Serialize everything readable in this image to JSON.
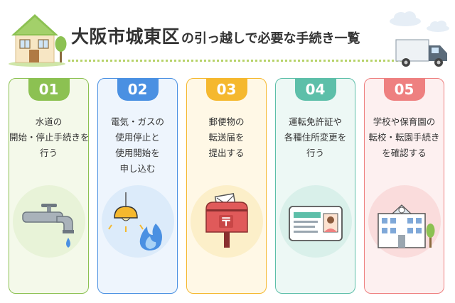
{
  "header": {
    "title_main": "大阪市城東区",
    "title_sub": "の引っ越しで必要な手続き一覧"
  },
  "steps": [
    {
      "number": "01",
      "lines": [
        "水道の",
        "開始・停止手続きを",
        "行う"
      ],
      "icon": "faucet-icon",
      "color": "#8cc152",
      "bg": "#f4f9ea",
      "circle": "#e8f3d8"
    },
    {
      "number": "02",
      "lines": [
        "電気・ガスの",
        "使用停止と",
        "使用開始を",
        "申し込む"
      ],
      "icon": "lamp-flame-icon",
      "color": "#4a90e2",
      "bg": "#eef5fd",
      "circle": "#dcebfa"
    },
    {
      "number": "03",
      "lines": [
        "郵便物の",
        "転送届を",
        "提出する"
      ],
      "icon": "mailbox-icon",
      "color": "#f5b82e",
      "bg": "#fff8e6",
      "circle": "#fcefc9"
    },
    {
      "number": "04",
      "lines": [
        "運転免許証や",
        "各種住所変更を",
        "行う"
      ],
      "icon": "license-card-icon",
      "color": "#5dbfa9",
      "bg": "#edf8f5",
      "circle": "#d9f0ea"
    },
    {
      "number": "05",
      "lines": [
        "学校や保育園の",
        "転校・転園手続き",
        "を確認する"
      ],
      "icon": "school-icon",
      "color": "#ee8080",
      "bg": "#fdf0f0",
      "circle": "#fadcdc"
    }
  ]
}
